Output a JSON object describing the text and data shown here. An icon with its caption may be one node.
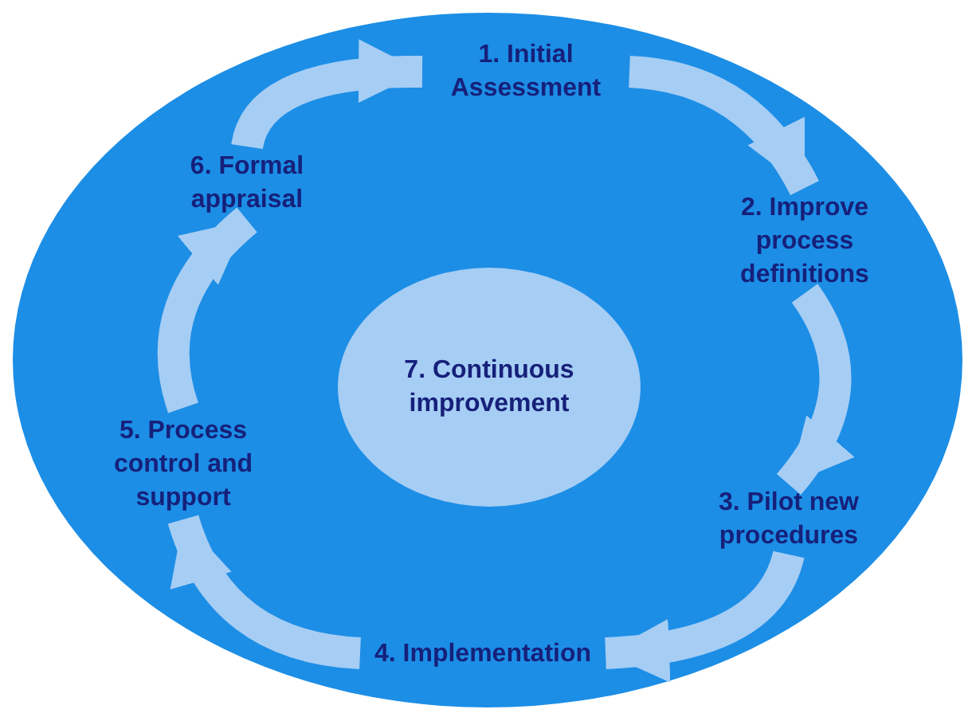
{
  "diagram": {
    "nodes": [
      {
        "text": [],
        "shape": "circle"
      },
      {
        "text": [
          "1. Initial Assessment"
        ],
        "in": 0
      },
      {
        "text": [
          "2. Improve process definitions"
        ],
        "in": 0
      },
      {
        "text": [
          "3. Pilot new procedures"
        ],
        "in": 0
      },
      {
        "text": [
          "4. Implementation"
        ],
        "in": 0
      },
      {
        "text": [
          "5. Process control and support"
        ],
        "in": 0
      },
      {
        "text": [
          "6. Formal appraisal"
        ],
        "in": 0
      },
      {
        "text": [
          "7. Continuous improvement"
        ],
        "in": 0
      }
    ],
    "edges": [
      {
        "from": 1,
        "to": 2,
        "arrow": "to"
      },
      {
        "from": 2,
        "to": 3,
        "arrow": "to"
      },
      {
        "from": 3,
        "to": 4,
        "arrow": "to"
      },
      {
        "from": 4,
        "to": 5,
        "arrow": "to"
      },
      {
        "from": 5,
        "to": 6,
        "arrow": "to"
      },
      {
        "from": 6,
        "to": 1,
        "arrow": "to"
      }
    ]
  }
}
